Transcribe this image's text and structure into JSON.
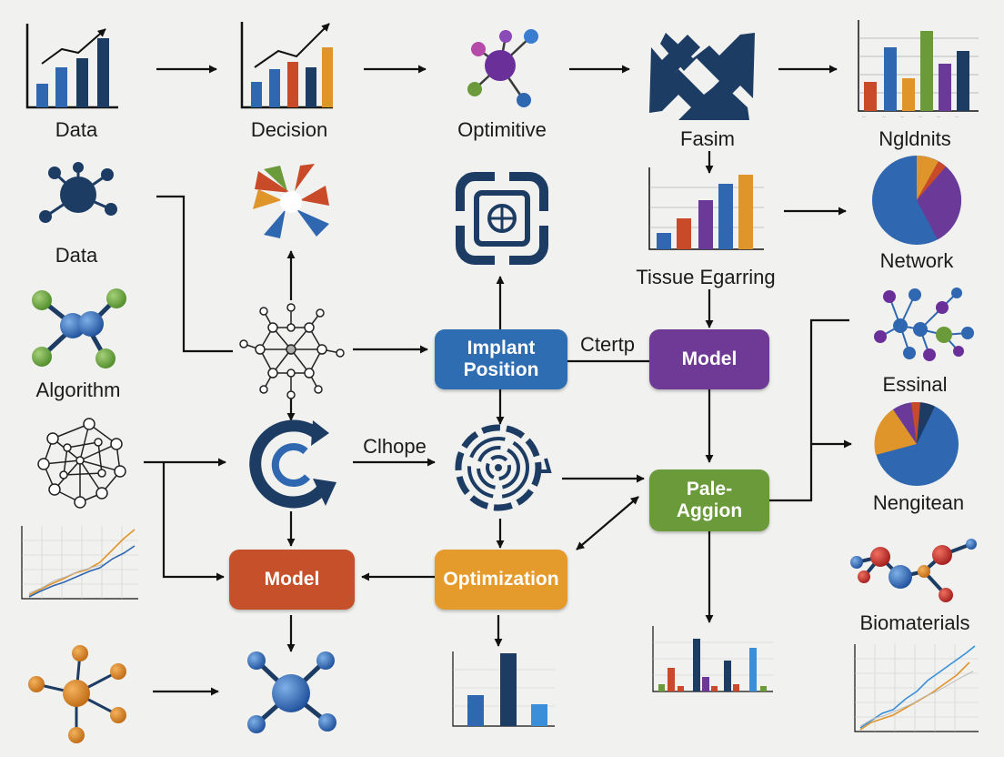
{
  "colors": {
    "navy": "#1d3c63",
    "blue": "#2f67b0",
    "orange": "#e0952a",
    "red": "#c94a28",
    "green": "#6a9a3a",
    "purple": "#6b3a98",
    "implant_box": "#2f6db3",
    "model_box_purple": "#6e3a96",
    "pale_box": "#6a9a3a",
    "model_box_red": "#c5502a",
    "optimization_box": "#e59a2c"
  },
  "labels": {
    "data_top": "Data",
    "decision": "Decision",
    "optimitive": "Optimitive",
    "fasim": "Fasim",
    "ngldnits": "Ngldnits",
    "data_mid": "Data",
    "tissue_egarring": "Tissue Egarring",
    "network": "Network",
    "algorithm": "Algorithm",
    "essinal": "Essinal",
    "clhope": "Clhope",
    "ctertp": "Ctertp",
    "nengitean": "Nengitean",
    "biomaterials": "Biomaterials"
  },
  "boxes": {
    "implant_position": {
      "line1": "Implant",
      "line2": "Position"
    },
    "model_purple": "Model",
    "pale_aggion": {
      "line1": "Pale-",
      "line2": "Aggion"
    },
    "model_red": "Model",
    "optimization": "Optimization"
  },
  "icons": [
    "bar-chart-icon",
    "bar-chart-icon",
    "molecule-icon",
    "crossed-arrows-icon",
    "hub-network-icon",
    "pinwheel-icon",
    "circuit-chip-icon",
    "pie-chart-icon",
    "molecule-icon",
    "network-graph-icon",
    "refresh-arrow-icon",
    "fingerprint-gear-icon",
    "line-chart-icon",
    "molecule-icon"
  ]
}
